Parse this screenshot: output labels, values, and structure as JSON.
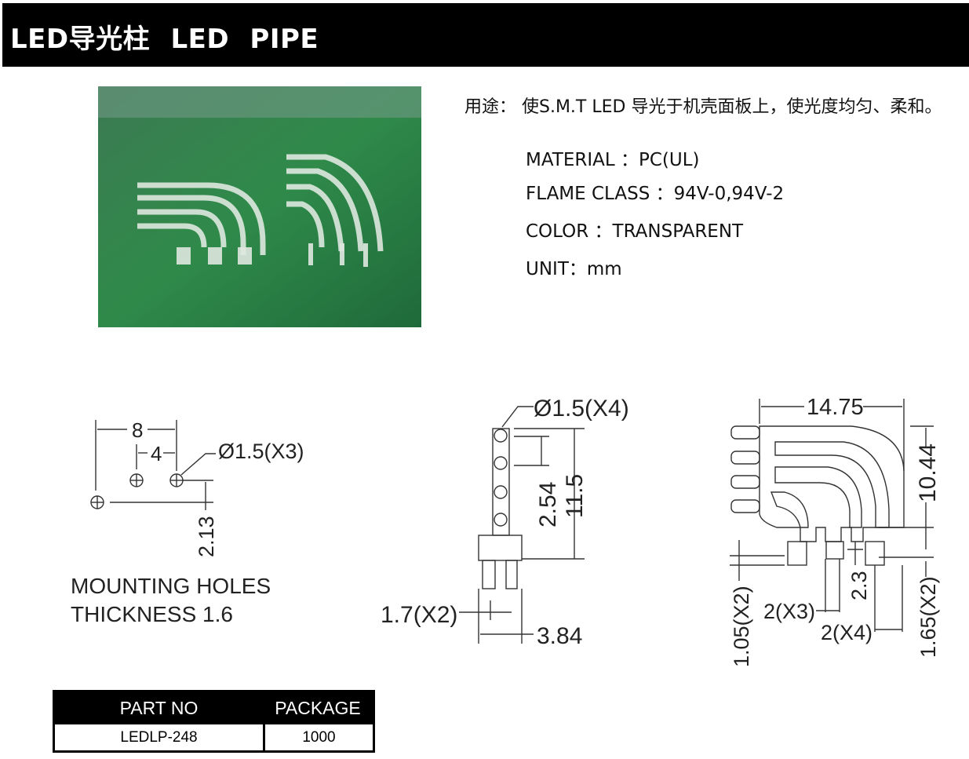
{
  "header": {
    "title": "LED导光柱  LED PIPE"
  },
  "usage": "用途： 使S.M.T LED 导光于机壳面板上，使光度均匀、柔和。",
  "specs": [
    {
      "text": "MATERIAL ：PC(UL)"
    },
    {
      "text": "FLAME CLASS ：94V-0,94V-2"
    },
    {
      "text": "COLOR ：TRANSPARENT"
    },
    {
      "text": "UNIT：mm"
    }
  ],
  "mounting": {
    "dim_8": "8",
    "dim_4": "4",
    "hole": "Ø1.5(X3)",
    "dim_213": "2.13",
    "line1": "MOUNTING HOLES",
    "line2": "THICKNESS 1.6"
  },
  "side_view": {
    "hole": "Ø1.5(X4)",
    "pitch": "2.54",
    "height": "11.5",
    "pin": "1.7(X2)",
    "width": "3.84"
  },
  "front_view": {
    "width": "14.75",
    "height": "10.44",
    "d105": "1.05(X2)",
    "d2x3": "2(X3)",
    "d23": "2.3",
    "d2x4": "2(X4)",
    "d165": "1.65(X2)"
  },
  "table": {
    "headers": [
      "PART NO",
      "PACKAGE"
    ],
    "rows": [
      [
        "LEDLP-248",
        "1000"
      ]
    ]
  }
}
